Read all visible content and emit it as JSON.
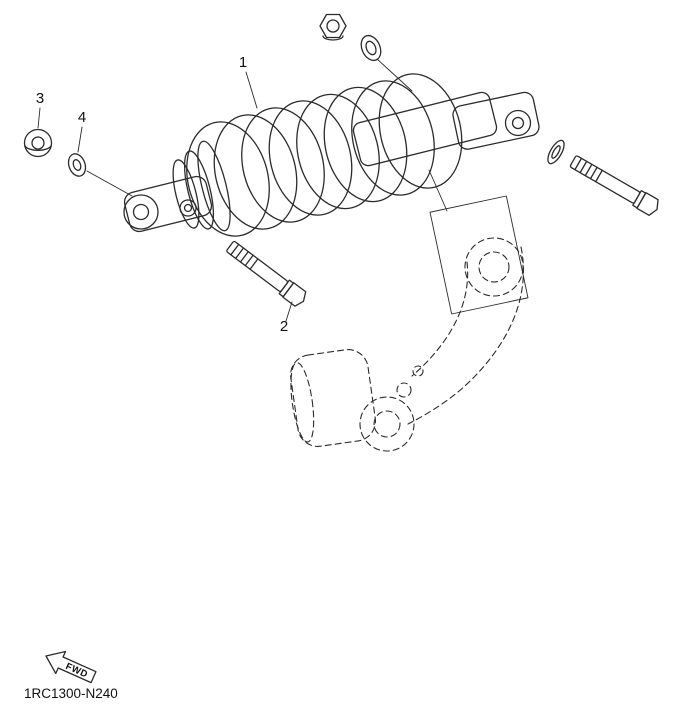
{
  "diagram": {
    "part_code": "1RC1300-N240",
    "fwd_label": "FWD",
    "callouts": [
      {
        "label": "1"
      },
      {
        "label": "2"
      },
      {
        "label": "3"
      },
      {
        "label": "4"
      }
    ]
  },
  "colors": {
    "line": "#2b2b2b",
    "text": "#111111",
    "background": "#ffffff"
  }
}
